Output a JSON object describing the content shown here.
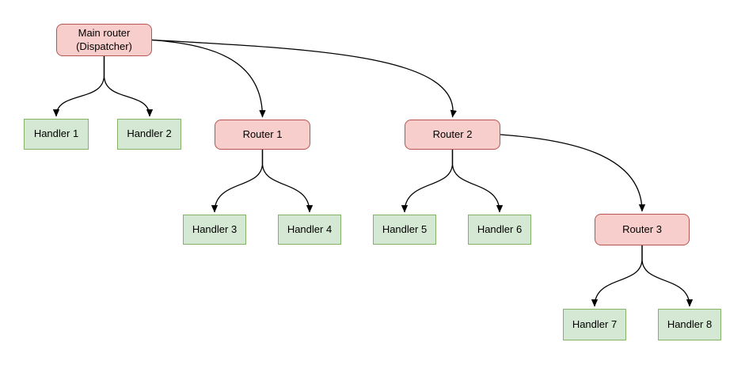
{
  "diagram": {
    "nodes": {
      "main_router": {
        "label": "Main router\n(Dispatcher)",
        "type": "router"
      },
      "handler1": {
        "label": "Handler 1",
        "type": "handler"
      },
      "handler2": {
        "label": "Handler 2",
        "type": "handler"
      },
      "router1": {
        "label": "Router 1",
        "type": "router"
      },
      "router2": {
        "label": "Router 2",
        "type": "router"
      },
      "handler3": {
        "label": "Handler 3",
        "type": "handler"
      },
      "handler4": {
        "label": "Handler 4",
        "type": "handler"
      },
      "handler5": {
        "label": "Handler 5",
        "type": "handler"
      },
      "handler6": {
        "label": "Handler 6",
        "type": "handler"
      },
      "router3": {
        "label": "Router 3",
        "type": "router"
      },
      "handler7": {
        "label": "Handler 7",
        "type": "handler"
      },
      "handler8": {
        "label": "Handler 8",
        "type": "handler"
      }
    },
    "edges": [
      {
        "from": "main_router",
        "to": "handler1"
      },
      {
        "from": "main_router",
        "to": "handler2"
      },
      {
        "from": "main_router",
        "to": "router1"
      },
      {
        "from": "main_router",
        "to": "router2"
      },
      {
        "from": "router1",
        "to": "handler3"
      },
      {
        "from": "router1",
        "to": "handler4"
      },
      {
        "from": "router2",
        "to": "handler5"
      },
      {
        "from": "router2",
        "to": "handler6"
      },
      {
        "from": "router2",
        "to": "router3"
      },
      {
        "from": "router3",
        "to": "handler7"
      },
      {
        "from": "router3",
        "to": "handler8"
      }
    ],
    "colors": {
      "router_fill": "#f8cecc",
      "router_border": "#b85450",
      "handler_fill": "#d5e8d4",
      "handler_border": "#82b366",
      "edge": "#000000",
      "background": "#ffffff"
    }
  }
}
